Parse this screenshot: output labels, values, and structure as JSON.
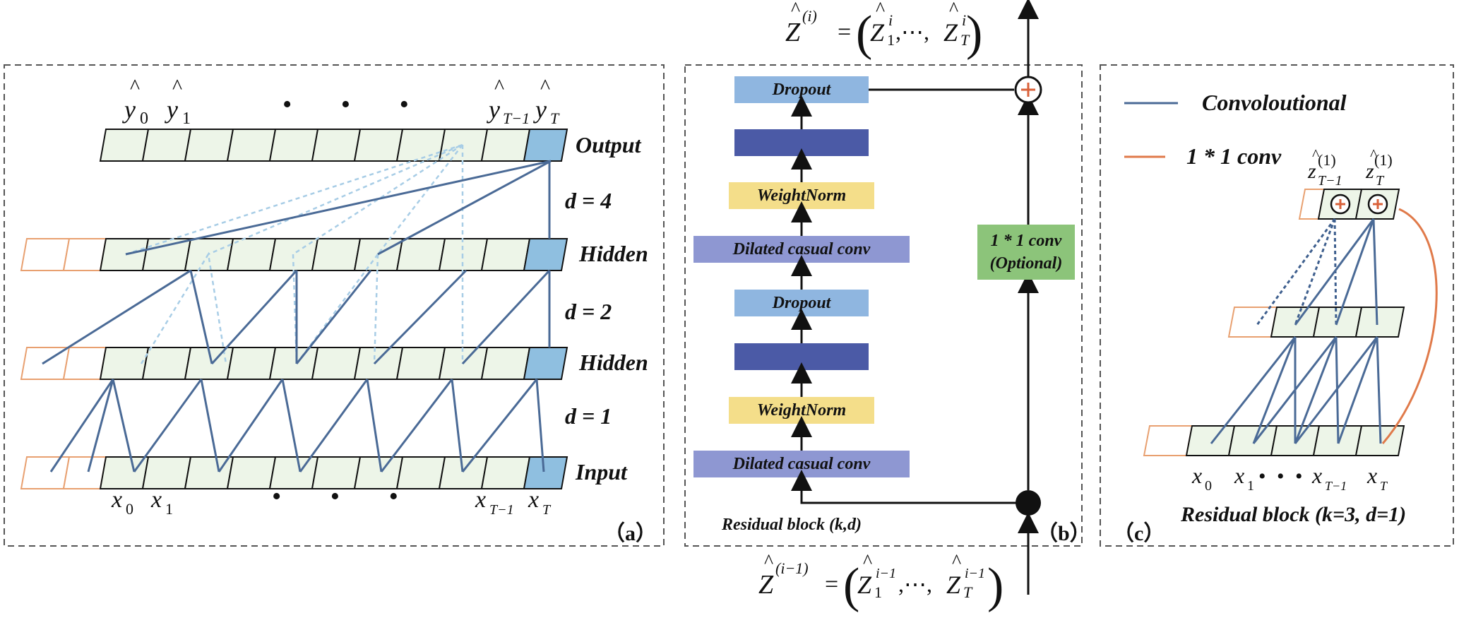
{
  "panel_a": {
    "label": "（a）",
    "layers": {
      "output": "Output",
      "hidden_top": "Hidden",
      "hidden_bottom": "Hidden",
      "input": "Input"
    },
    "dilations": {
      "d4": "d = 4",
      "d2": "d = 2",
      "d1": "d = 1"
    },
    "output_labels": [
      "y",
      "0",
      "y",
      "1",
      "y",
      "T−1",
      "y",
      "T"
    ],
    "input_labels": [
      "x",
      "0",
      "x",
      "1",
      "x",
      "T−1",
      "x",
      "T"
    ],
    "ellipsis": "• • •"
  },
  "panel_b": {
    "label": "（b）",
    "blocks": [
      "Dropout",
      "",
      "WeightNorm",
      "Dilated casual conv",
      "Dropout",
      "",
      "WeightNorm",
      "Dilated casual conv"
    ],
    "residual_caption": "Residual block (k,d)",
    "one_by_one_line1": "1 * 1 conv",
    "one_by_one_line2": "(Optional)",
    "top_formula": {
      "lhs": "Z",
      "lhs_sup": "(i)",
      "eq": "=",
      "open": "(",
      "z1": "Z",
      "z1_sub": "1",
      "z1_sup": "i",
      "mid": ",⋯,",
      "zT": "Z",
      "zT_sub": "T",
      "zT_sup": "i",
      "close": ")"
    },
    "bottom_formula": {
      "lhs": "Z",
      "lhs_sup": "(i−1)",
      "eq": "=",
      "open": "(",
      "z1": "Z",
      "z1_sub": "1",
      "z1_sup": "i−1",
      "mid": ",⋯,",
      "zT": "Z",
      "zT_sub": "T",
      "zT_sup": "i−1",
      "close": ")"
    }
  },
  "panel_c": {
    "label": "（c）",
    "legend_conv": "Convoloutional",
    "legend_1x1": "1 * 1 conv",
    "caption": "Residual block (k=3, d=1)",
    "top_labels": [
      "z",
      "T−1",
      "(1)",
      "z",
      "T",
      "(1)"
    ],
    "input_labels": [
      "x",
      "0",
      "x",
      "1",
      "x",
      "T−1",
      "x",
      "T"
    ],
    "ellipsis": "• • •"
  },
  "colors": {
    "cell_fill": "#edf5e8",
    "last_cell_fill": "#8fbfe0",
    "conv_line": "#4a6a96",
    "dotted_line": "#a8cde6",
    "pad_border": "#e8a070",
    "dropout_fill": "#8fb6e0",
    "dark_block_fill": "#4b5aa6",
    "weightnorm_fill": "#f4de8a",
    "dilated_fill": "#8e97d2",
    "optional_fill": "#8cc47a",
    "orange": "#e07a4a"
  }
}
